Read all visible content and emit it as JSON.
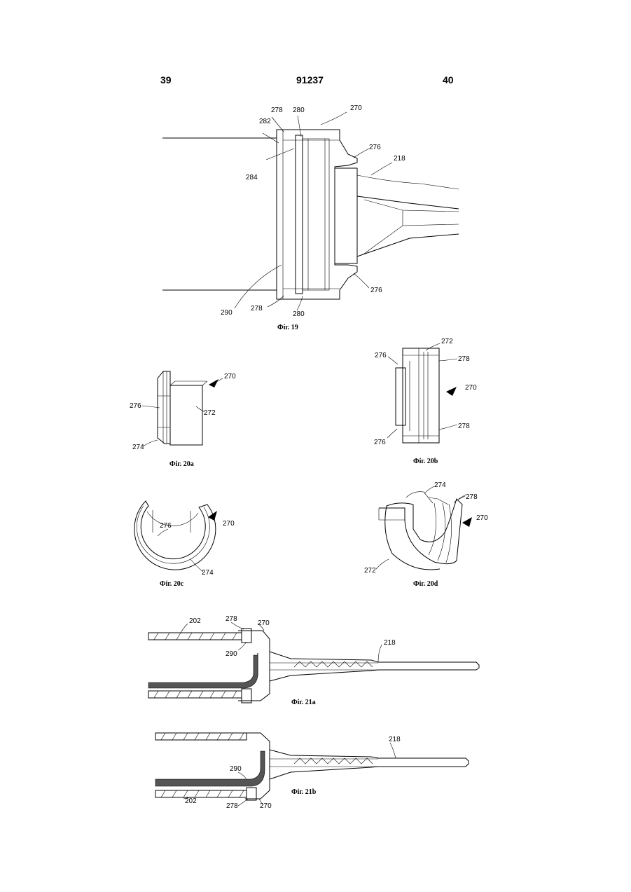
{
  "header": {
    "left_page": "39",
    "doc_number": "91237",
    "right_page": "40"
  },
  "figures": {
    "fig19": {
      "caption": "Фіг. 19",
      "labels": [
        "278",
        "280",
        "270",
        "282",
        "276",
        "218",
        "284",
        "290",
        "278",
        "280",
        "276"
      ]
    },
    "fig20a": {
      "caption": "Фіг. 20a",
      "labels": [
        "270",
        "276",
        "272",
        "274"
      ]
    },
    "fig20b": {
      "caption": "Фіг. 20b",
      "labels": [
        "272",
        "276",
        "278",
        "270",
        "278",
        "276"
      ]
    },
    "fig20c": {
      "caption": "Фіг. 20c",
      "labels": [
        "270",
        "276",
        "274"
      ]
    },
    "fig20d": {
      "caption": "Фіг. 20d",
      "labels": [
        "274",
        "278",
        "270",
        "272"
      ]
    },
    "fig21a": {
      "caption": "Фіг. 21a",
      "labels": [
        "202",
        "278",
        "270",
        "218",
        "290"
      ]
    },
    "fig21b": {
      "caption": "Фіг. 21b",
      "labels": [
        "218",
        "290",
        "202",
        "278",
        "270"
      ]
    }
  }
}
